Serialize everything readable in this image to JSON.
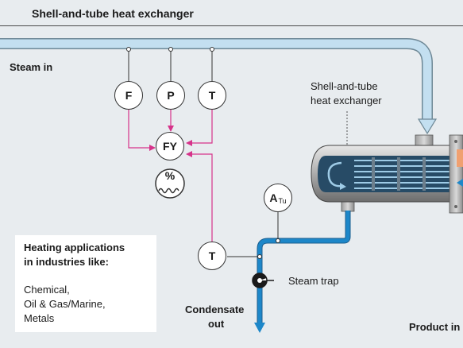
{
  "header": {
    "title": "Shell-and-tube heat exchanger"
  },
  "labels": {
    "steam_in": "Steam in",
    "exchanger_line1": "Shell-and-tube",
    "exchanger_line2": "heat exchanger",
    "steam_trap": "Steam trap",
    "condensate_line1": "Condensate",
    "condensate_line2": "out",
    "product_in": "Product in"
  },
  "instruments": {
    "flow": "F",
    "pressure": "P",
    "temp_steam": "T",
    "computer": "FY",
    "percent": "%",
    "analyzer": "A",
    "analyzer_sub": "Tu",
    "temp_condensate": "T"
  },
  "info": {
    "heading_line1": "Heating applications",
    "heading_line2": "in industries like:",
    "items": [
      "Chemical,",
      "Oil & Gas/Marine,",
      "Metals"
    ]
  },
  "colors": {
    "steam_pipe": "#c3dff0",
    "condensate_pipe": "#1d87c9",
    "signal_line": "#d6338a",
    "background": "#e8ecef"
  }
}
